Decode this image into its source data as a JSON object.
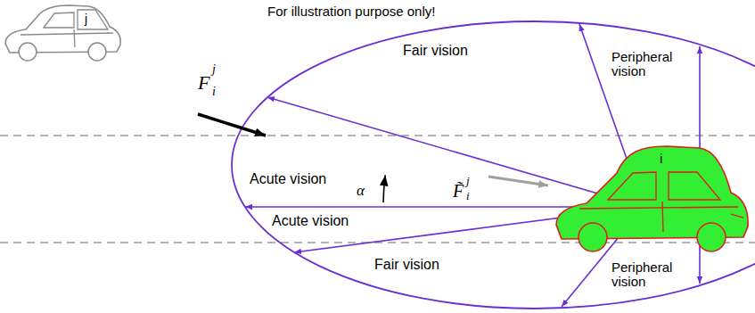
{
  "diagram": {
    "nodes": [
      {
        "text": [
          "j"
        ]
      },
      {
        "text": [
          "i"
        ]
      }
    ],
    "labels": [
      "For illustration purpose only!",
      "F",
      "j",
      "i",
      "Fair vision",
      "Peripheral vision",
      "Acute vision",
      "α",
      "F̃",
      "j",
      "i",
      "Acute vision",
      "Fair vision",
      "Peripheral vision"
    ]
  }
}
